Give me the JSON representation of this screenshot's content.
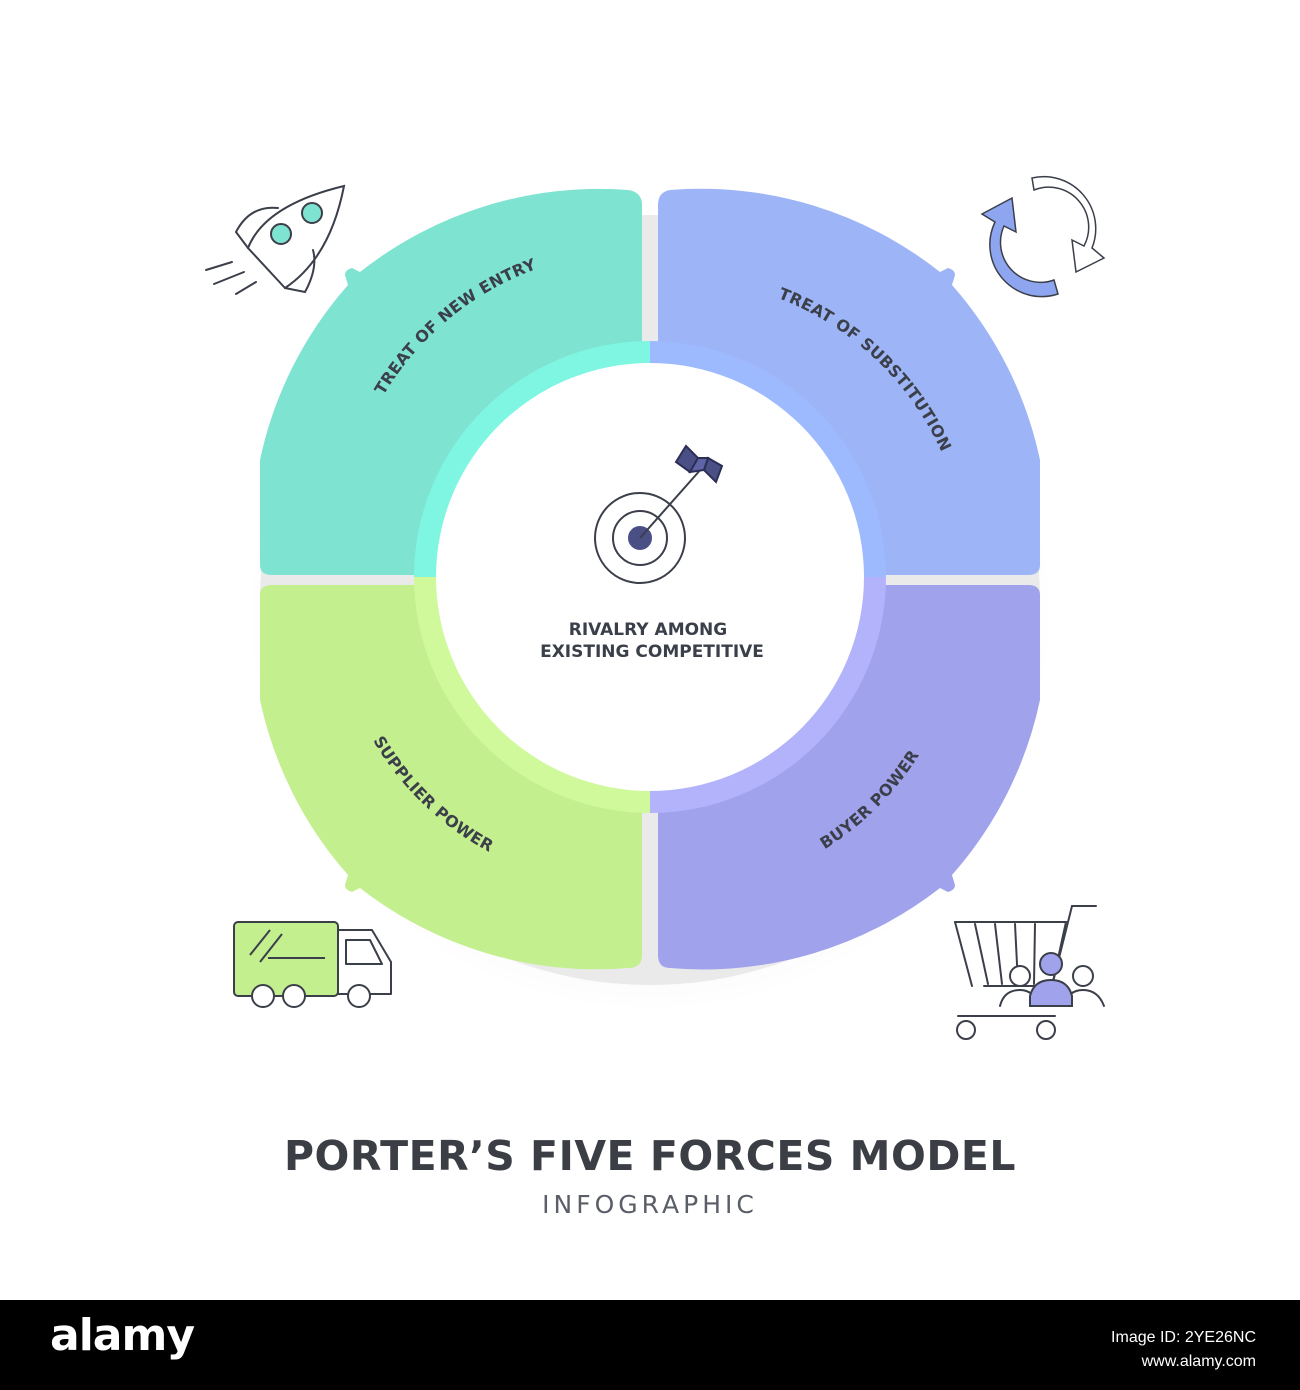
{
  "title": "PORTER’S FIVE FORCES MODEL",
  "subtitle": "INFOGRAPHIC",
  "center": {
    "line1": "RIVALRY AMONG",
    "line2": "EXISTING COMPETITIVE",
    "icon": "target-arrow-icon"
  },
  "segments": [
    {
      "label": "TREAT OF NEW ENTRY",
      "color": "#7fe3d2",
      "icon": "rocket-icon"
    },
    {
      "label": "TREAT OF SUBSTITUTION",
      "color": "#9db5f7",
      "icon": "refresh-arrows-icon"
    },
    {
      "label": "SUPPLIER POWER",
      "color": "#c3ef8f",
      "icon": "delivery-truck-icon"
    },
    {
      "label": "BUYER POWER",
      "color": "#a1a2ec",
      "icon": "shopping-cart-people-icon"
    }
  ],
  "inner_ring_colors": [
    "#7ff6e2",
    "#9dbaff",
    "#cff99a",
    "#b2b3fb"
  ],
  "footer": {
    "brand": "alamy",
    "image_id_label": "Image ID: 2YE26NC",
    "site": "www.alamy.com"
  }
}
